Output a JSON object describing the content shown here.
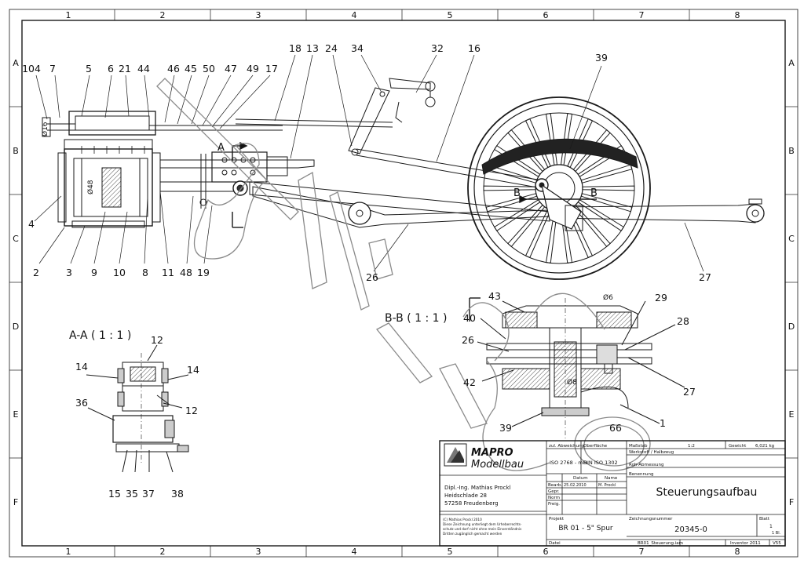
{
  "grid": {
    "columns": [
      "1",
      "2",
      "3",
      "4",
      "5",
      "6",
      "7",
      "8"
    ],
    "rows": [
      "A",
      "B",
      "C",
      "D",
      "E",
      "F"
    ]
  },
  "balloons": {
    "b104": "104",
    "b7": "7",
    "b5": "5",
    "b6": "6",
    "b21": "21",
    "b44": "44",
    "b46": "46",
    "b45": "45",
    "b50": "50",
    "b47": "47",
    "b49": "49",
    "b17": "17",
    "b18": "18",
    "b13": "13",
    "b24": "24",
    "b34": "34",
    "b32": "32",
    "b16": "16",
    "b39": "39",
    "b4": "4",
    "b2": "2",
    "b3": "3",
    "b9": "9",
    "b10": "10",
    "b8": "8",
    "b11": "11",
    "b48": "48",
    "b19": "19",
    "b26": "26",
    "b27": "27",
    "aa12a": "12",
    "aa14a": "14",
    "aa14b": "14",
    "aa12b": "12",
    "aa36": "36",
    "aa15": "15",
    "aa35": "35",
    "aa37": "37",
    "aa38": "38",
    "bb43": "43",
    "bb40": "40",
    "bb26": "26",
    "bb42": "42",
    "bb39": "39",
    "bb66": "66",
    "bb1": "1",
    "bb29": "29",
    "bb28": "28",
    "bb27": "27"
  },
  "dims": {
    "d16": "Ø16",
    "d48": "Ø48",
    "d6": "Ø6",
    "d8": "Ø8"
  },
  "sections": {
    "aa": "A-A ( 1 : 1 )",
    "bb": "B-B ( 1 : 1 )",
    "markA": "A",
    "markB1": "B",
    "markB2": "B"
  },
  "titleblock": {
    "company1": "MAPRO",
    "company2": "Modellbau",
    "designer": "Dipl.-Ing. Mathias Prockl",
    "street": "Heidschlade 28",
    "city": "57258 Freudenberg",
    "copyright1": "(C) Mathias Prockl 2010",
    "copyright2": "Diese Zeichnung unterliegt dem Urheberrechts-",
    "copyright3": "schutz und darf nicht ohne mein Einverständnis",
    "copyright4": "Dritten zugänglich gemacht werden",
    "h_abw": "zul. Abweichung",
    "h_ofl": "Oberfläche",
    "h_mst": "Maßstab",
    "v_mst": "1:2",
    "h_gew": "Gewicht",
    "v_gew": "6,021 kg",
    "v_iso2768": "ISO 2768 - mH",
    "v_iso1302": "DIN ISO 1302",
    "h_werkstoff": "Werkstoff / Halbzeug",
    "h_rohabm": "Roh-Abmessung",
    "h_datum": "Datum",
    "h_name": "Name",
    "h_benennung": "Benennung",
    "r_bearb": "Bearb.",
    "r_bearb_date": "25.02.2010",
    "r_bearb_name": "M. Prockl",
    "r_gepr": "Gepr.",
    "r_norm": "Norm",
    "r_freig": "Freig.",
    "benennung": "Steuerungsaufbau",
    "h_projekt": "Projekt",
    "projekt": "BR 01 - 5\" Spur",
    "h_zeichnr": "Zeichnungsnummer",
    "zeichnr": "20345-0",
    "h_blatt": "Blatt",
    "blatt": "1",
    "blatt_von": "1 Bl.",
    "datei": "Datei",
    "dateiname": "BR01_Steuerung.iam",
    "software": "Inventor 2011",
    "version": "V55"
  },
  "colors": {
    "line": "#1a1a1a",
    "watermark": "#8a8a8a",
    "bg": "#ffffff"
  }
}
